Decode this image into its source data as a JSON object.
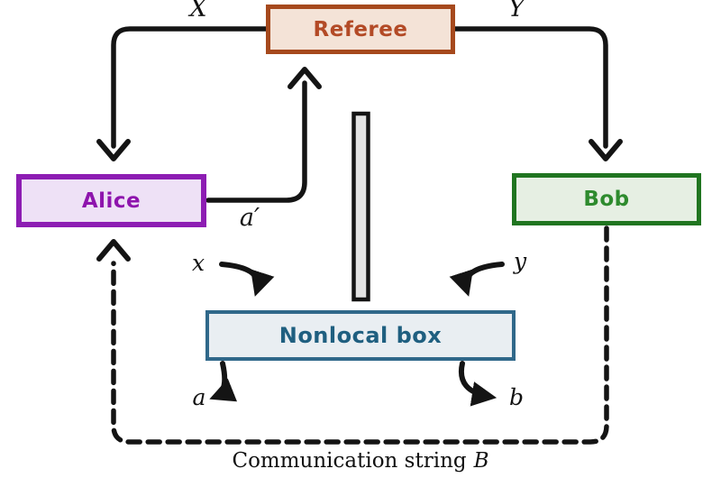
{
  "nodes": {
    "referee": {
      "label": "Referee"
    },
    "alice": {
      "label": "Alice"
    },
    "bob": {
      "label": "Bob"
    },
    "nonlocal": {
      "label": "Nonlocal box"
    }
  },
  "labels": {
    "x_upper": "X",
    "y_upper": "Y",
    "a_prime": "a′",
    "x_lower": "x",
    "y_lower": "y",
    "a_output": "a",
    "b_output": "b"
  },
  "caption": {
    "text": "Communication string",
    "symbol": "B"
  },
  "colors": {
    "line": "#141414",
    "barrier_fill": "#e3e3e3",
    "referee_border": "#a6491d",
    "referee_fill": "#f4e3d7",
    "referee_text": "#b34a26",
    "alice_border": "#8d1db3",
    "alice_fill": "#eee1f6",
    "alice_text": "#8e14ad",
    "bob_border": "#207520",
    "bob_fill": "#e6efe3",
    "bob_text": "#2e8b2e",
    "nonlocal_border": "#30688a",
    "nonlocal_fill": "#e9eef2",
    "nonlocal_text": "#1f5f80"
  }
}
